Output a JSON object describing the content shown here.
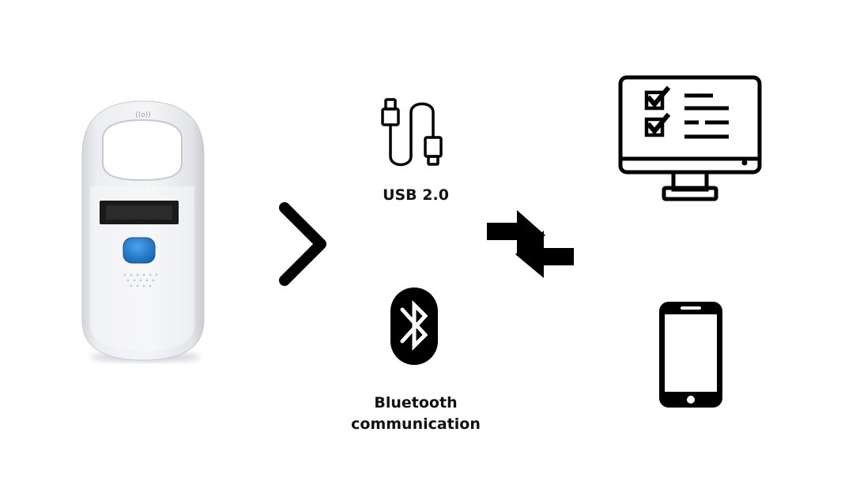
{
  "device": {
    "icon": "rfid-handheld-reader-image",
    "nfc_mark": "((o))"
  },
  "flow": {
    "arrow_icon": "chevron-right-icon",
    "exchange_icon": "bidirectional-arrows-icon"
  },
  "usb": {
    "icon": "usb-cable-icon",
    "label": "USB 2.0"
  },
  "bluetooth": {
    "icon": "bluetooth-icon",
    "label_line1": "Bluetooth",
    "label_line2": "communication"
  },
  "targets": {
    "computer_icon": "desktop-checklist-monitor-icon",
    "phone_icon": "smartphone-icon"
  },
  "colors": {
    "ink": "#000000",
    "device_body": "#e9eaee",
    "button": "#1f7fd0",
    "window": "#1a1a1a"
  }
}
